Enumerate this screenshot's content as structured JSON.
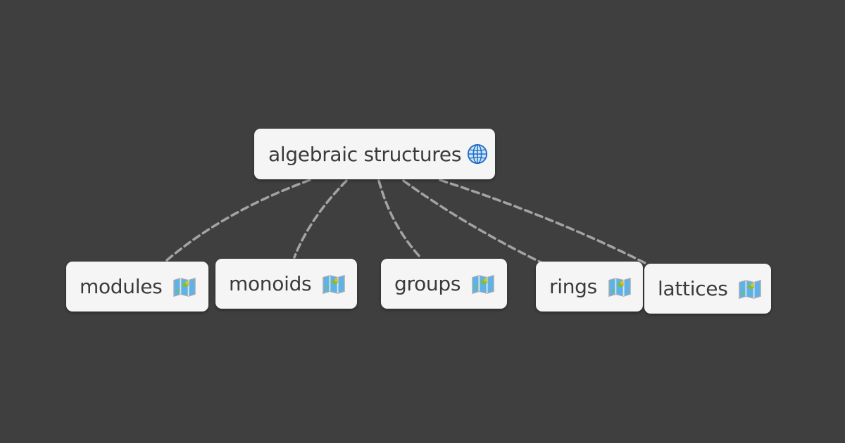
{
  "mindmap": {
    "root": {
      "label": "algebraic structures",
      "icon": "globe-icon"
    },
    "children": [
      {
        "label": "modules",
        "icon": "map-icon"
      },
      {
        "label": "monoids",
        "icon": "map-icon"
      },
      {
        "label": "groups",
        "icon": "map-icon"
      },
      {
        "label": "rings",
        "icon": "map-icon"
      },
      {
        "label": "lattices",
        "icon": "map-icon"
      }
    ]
  },
  "colors": {
    "background": "#3f3f3f",
    "node_fill": "#f5f5f5",
    "node_text": "#3a3a3a",
    "connector": "#a3a3a3"
  }
}
